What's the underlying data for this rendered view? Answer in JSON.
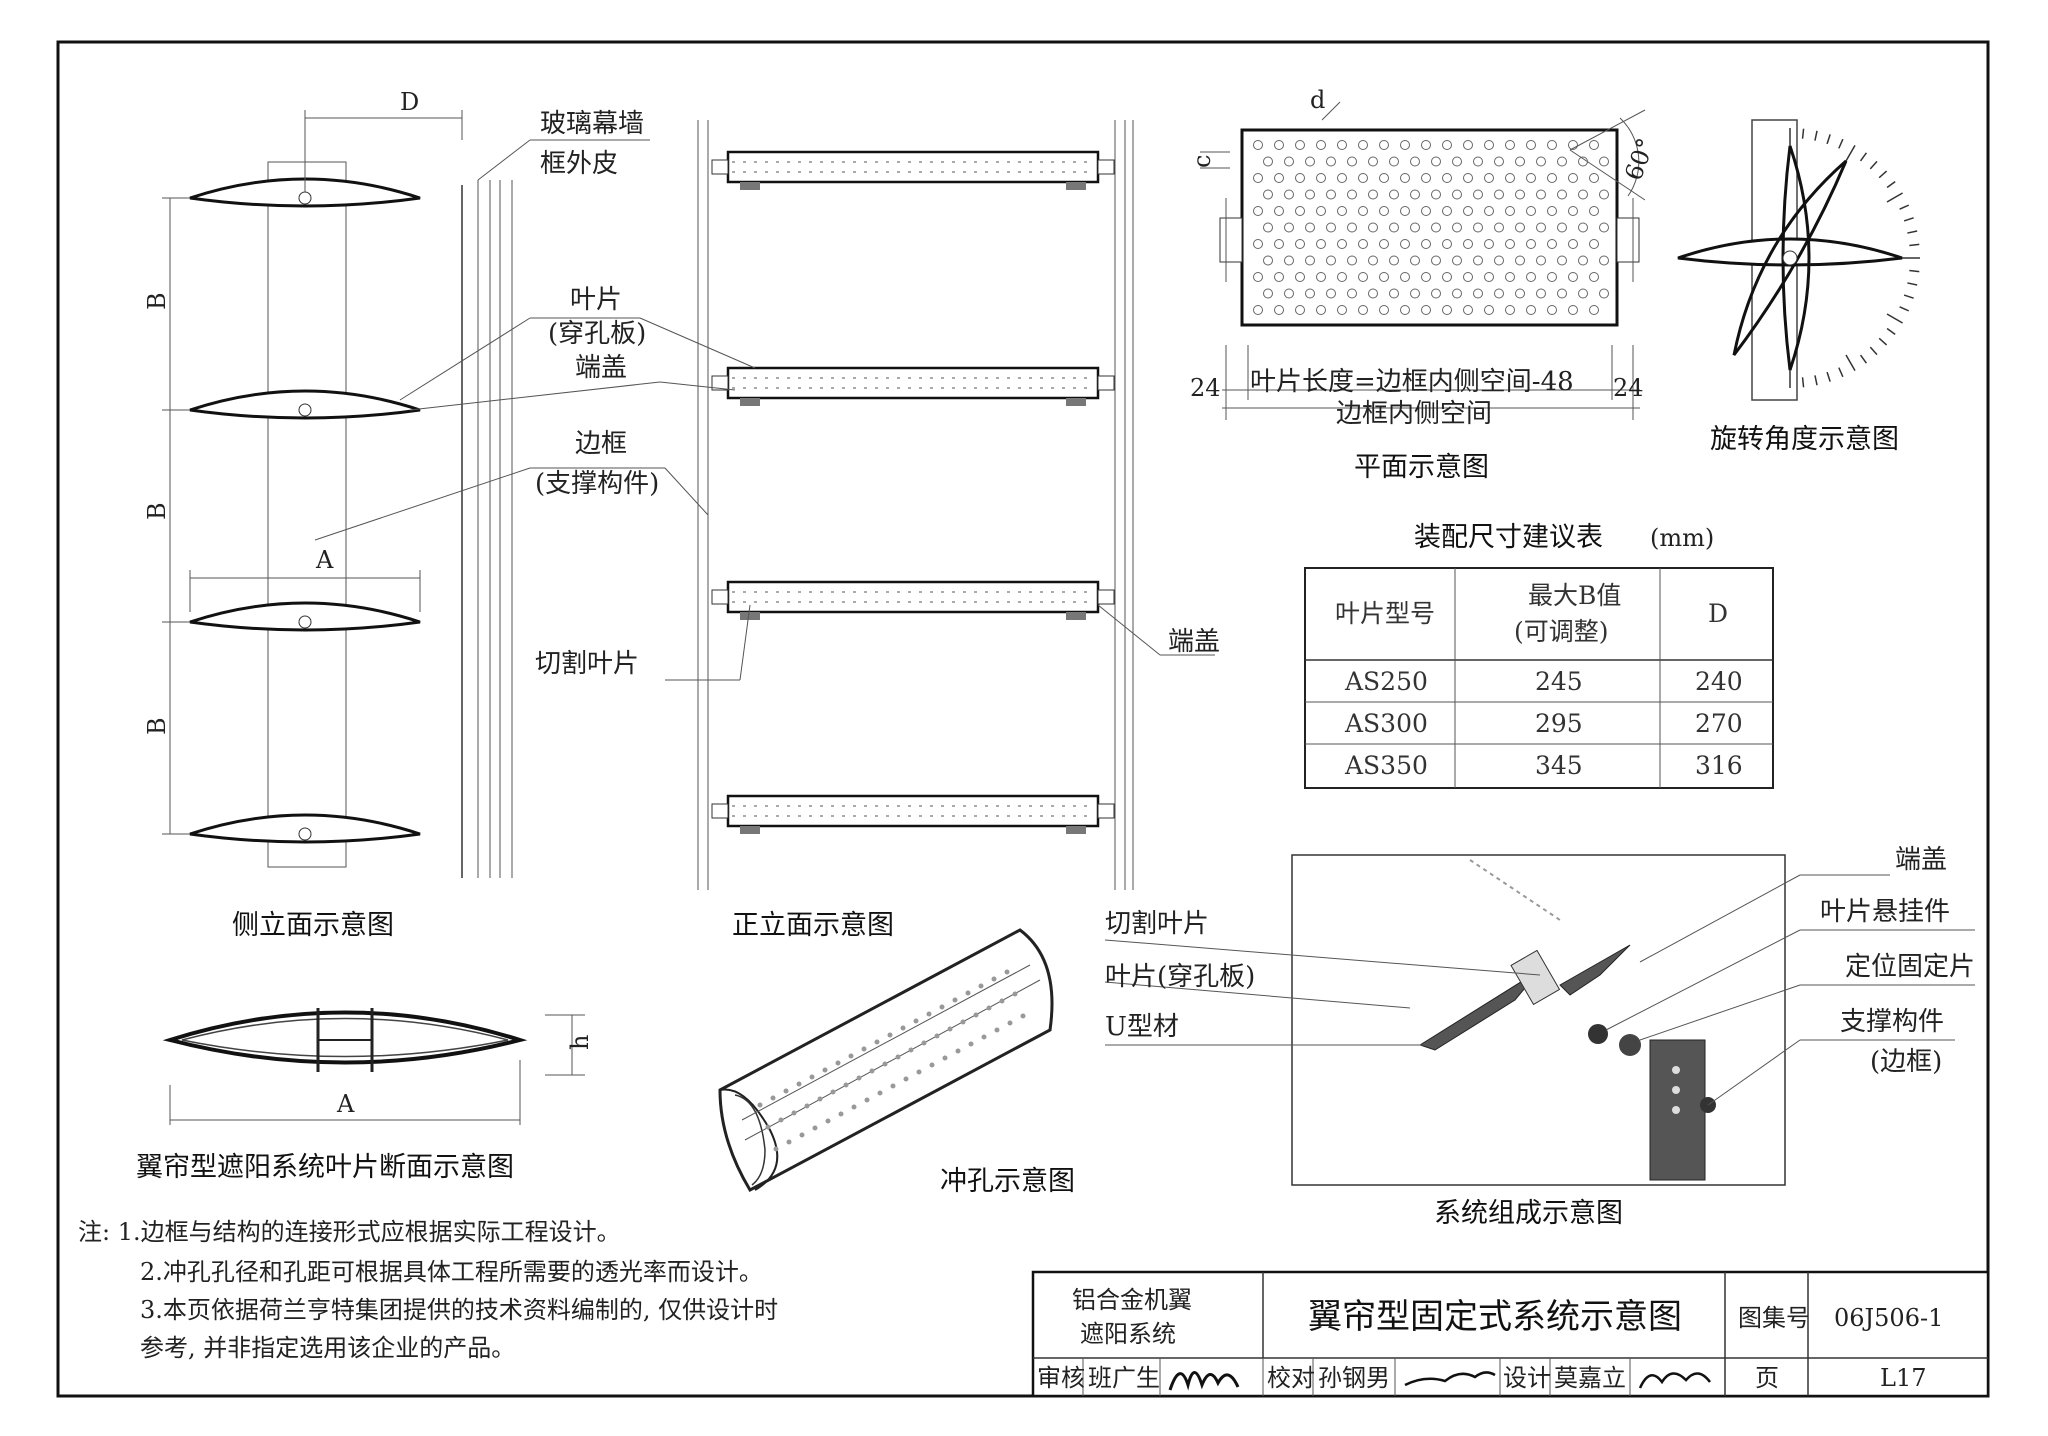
{
  "labels": {
    "glass_curtain_wall_1": "玻璃幕墙",
    "glass_curtain_wall_2": "框外皮",
    "blade_1": "叶片",
    "blade_2": "(穿孔板)",
    "end_cap": "端盖",
    "frame_1": "边框",
    "frame_2": "(支撑构件)",
    "cut_blade": "切割叶片",
    "end_cap_right": "端盖",
    "dim_D": "D",
    "dim_B1": "B",
    "dim_B2": "B",
    "dim_B3": "B",
    "dim_A": "A",
    "dim_A2": "A",
    "dim_h": "h",
    "dim_d": "d",
    "dim_c": "c",
    "angle_60": "60°",
    "plan_24_left": "24",
    "plan_24_right": "24",
    "plan_blade_length": "叶片长度=边框内侧空间-48",
    "plan_inner_space": "边框内侧空间",
    "sys_end_cap": "端盖",
    "sys_blade_hanger": "叶片悬挂件",
    "sys_positioning": "定位固定片",
    "sys_support_1": "支撑构件",
    "sys_support_2": "(边框)",
    "sys_cut_blade": "切割叶片",
    "sys_blade_perf": "叶片(穿孔板)",
    "sys_u_profile": "U型材"
  },
  "titles": {
    "side_elevation": "侧立面示意图",
    "front_elevation": "正立面示意图",
    "plan": "平面示意图",
    "rotation": "旋转角度示意图",
    "section": "翼帘型遮阳系统叶片断面示意图",
    "perforation": "冲孔示意图",
    "system": "系统组成示意图"
  },
  "table": {
    "title": "装配尺寸建议表",
    "unit": "(mm)",
    "headers": [
      "叶片型号",
      "最大B值",
      "(可调整)",
      "D"
    ],
    "rows": [
      [
        "AS250",
        "245",
        "240"
      ],
      [
        "AS300",
        "295",
        "270"
      ],
      [
        "AS350",
        "345",
        "316"
      ]
    ]
  },
  "notes": [
    "注: 1.边框与结构的连接形式应根据实际工程设计。",
    "2.冲孔孔径和孔距可根据具体工程所需要的透光率而设计。",
    "3.本页依据荷兰亨特集团提供的技术资料编制的, 仅供设计时",
    "参考, 并非指定选用该企业的产品。"
  ],
  "title_block": {
    "category_1": "铝合金机翼",
    "category_2": "遮阳系统",
    "drawing_title": "翼帘型固定式系统示意图",
    "atlas_label": "图集号",
    "atlas_no": "06J506-1",
    "review_label": "审核",
    "review_name": "班广生",
    "check_label": "校对",
    "check_name": "孙钢男",
    "design_label": "设计",
    "design_name": "莫嘉立",
    "page_label": "页",
    "page_no": "L17"
  }
}
